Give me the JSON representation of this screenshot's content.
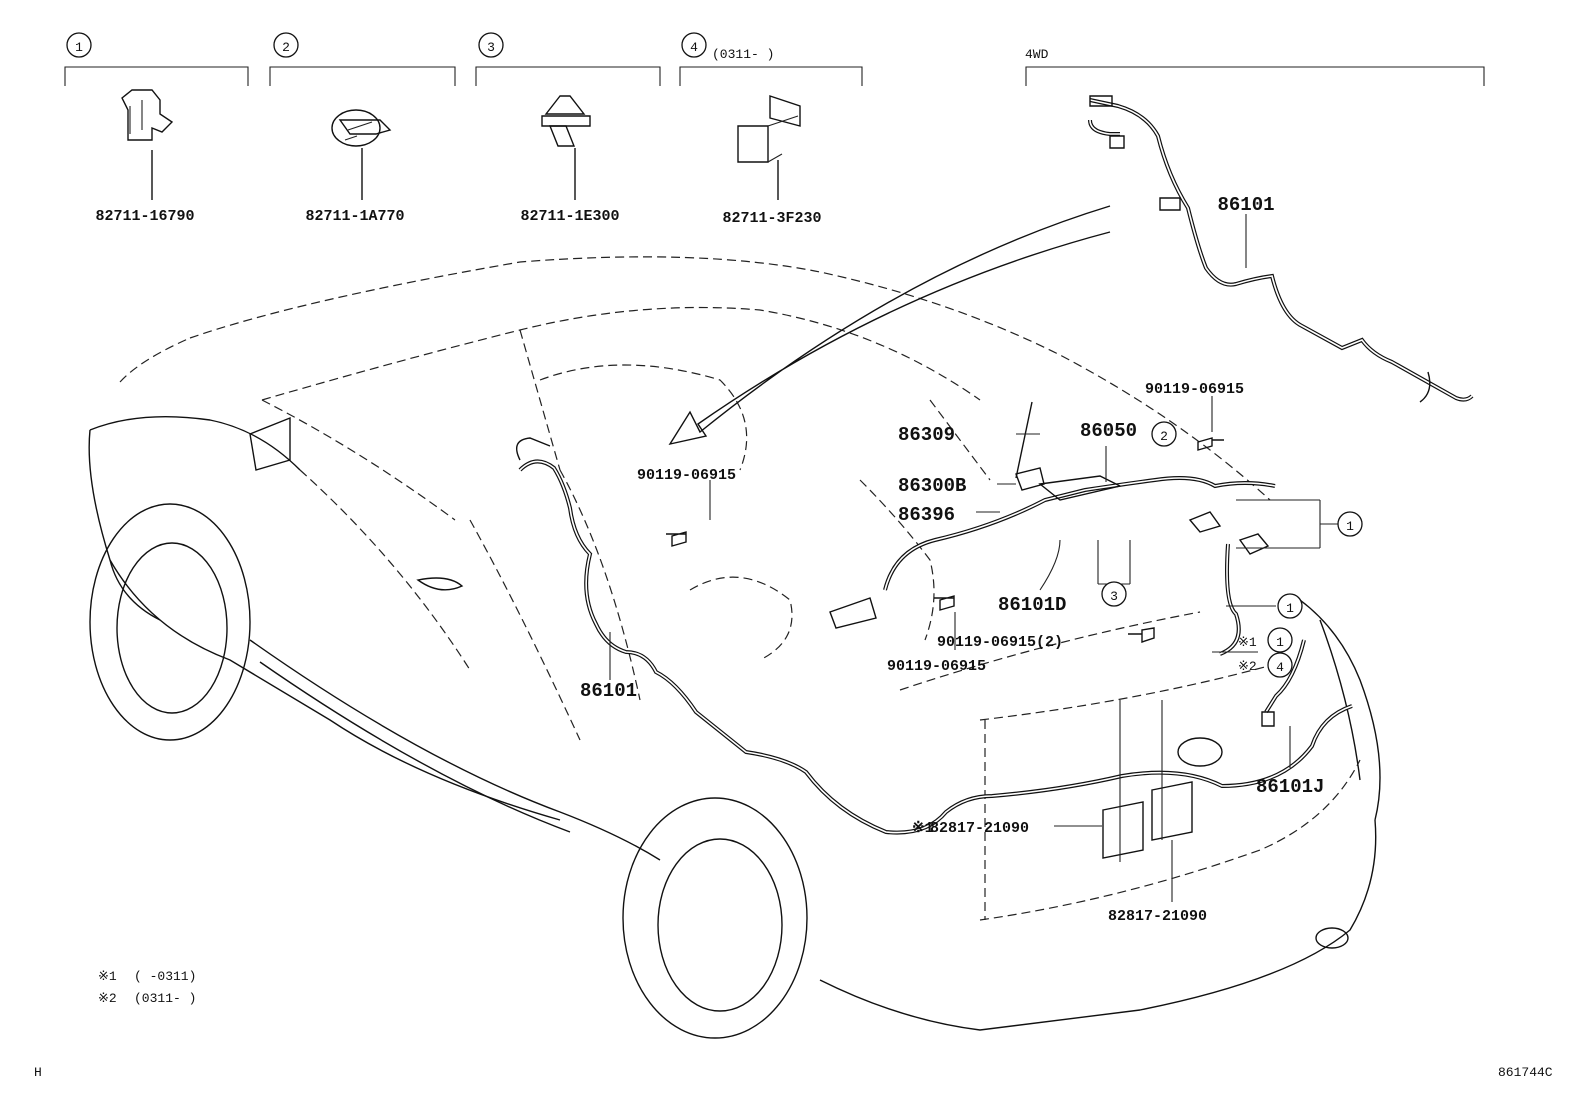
{
  "clips": [
    {
      "index": "1",
      "part": "82711-16790",
      "note": ""
    },
    {
      "index": "2",
      "part": "82711-1A770",
      "note": ""
    },
    {
      "index": "3",
      "part": "82711-1E300",
      "note": ""
    },
    {
      "index": "4",
      "part": "82711-3F230",
      "note": "(0311-     )"
    }
  ],
  "wd_section": {
    "label": "4WD",
    "part": "86101"
  },
  "parts": {
    "p86309": "86309",
    "p86050": "86050",
    "p86300B": "86300B",
    "p86396": "86396",
    "p86101D": "86101D",
    "p86101": "86101",
    "p86101J": "86101J",
    "bolt_top": "90119-06915",
    "bolt_left": "90119-06915",
    "bolt_mid": "90119-06915",
    "bolt_mid2": "90119-06915(2)",
    "pad1": "82817-21090",
    "pad1_mark": "※1",
    "pad2": "82817-21090"
  },
  "callouts": {
    "c1a": "1",
    "c1b": "1",
    "c1c": "1",
    "c2": "2",
    "c3": "3",
    "c4": "4",
    "mark1": "※1",
    "mark2": "※2"
  },
  "footnotes": [
    {
      "mark": "※1",
      "text": "(     -0311)"
    },
    {
      "mark": "※2",
      "text": "(0311-     )"
    }
  ],
  "corner_left": "H",
  "diagram_id": "861744C"
}
